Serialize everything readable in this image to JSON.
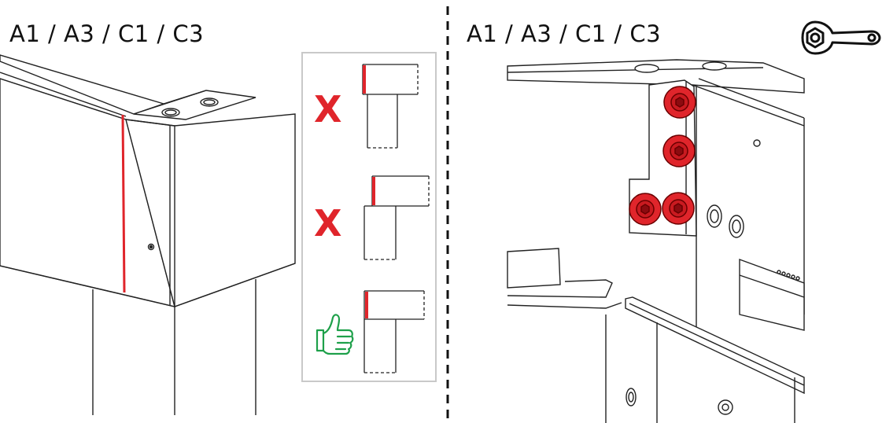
{
  "left_panel": {
    "label": "A1 / A3 / C1 / C3"
  },
  "right_panel": {
    "label": "A1 / A3 / C1 / C3"
  },
  "hint_box": {
    "items": [
      {
        "verdict": "incorrect",
        "icon": "red-x-icon"
      },
      {
        "verdict": "incorrect",
        "icon": "red-x-icon"
      },
      {
        "verdict": "correct",
        "icon": "thumbs-up-icon"
      }
    ]
  },
  "colors": {
    "highlight": "#e0252b",
    "correct": "#1ea04a",
    "line": "#222222",
    "frame": "#c9c9c9"
  },
  "tool_icon": "wrench-icon"
}
